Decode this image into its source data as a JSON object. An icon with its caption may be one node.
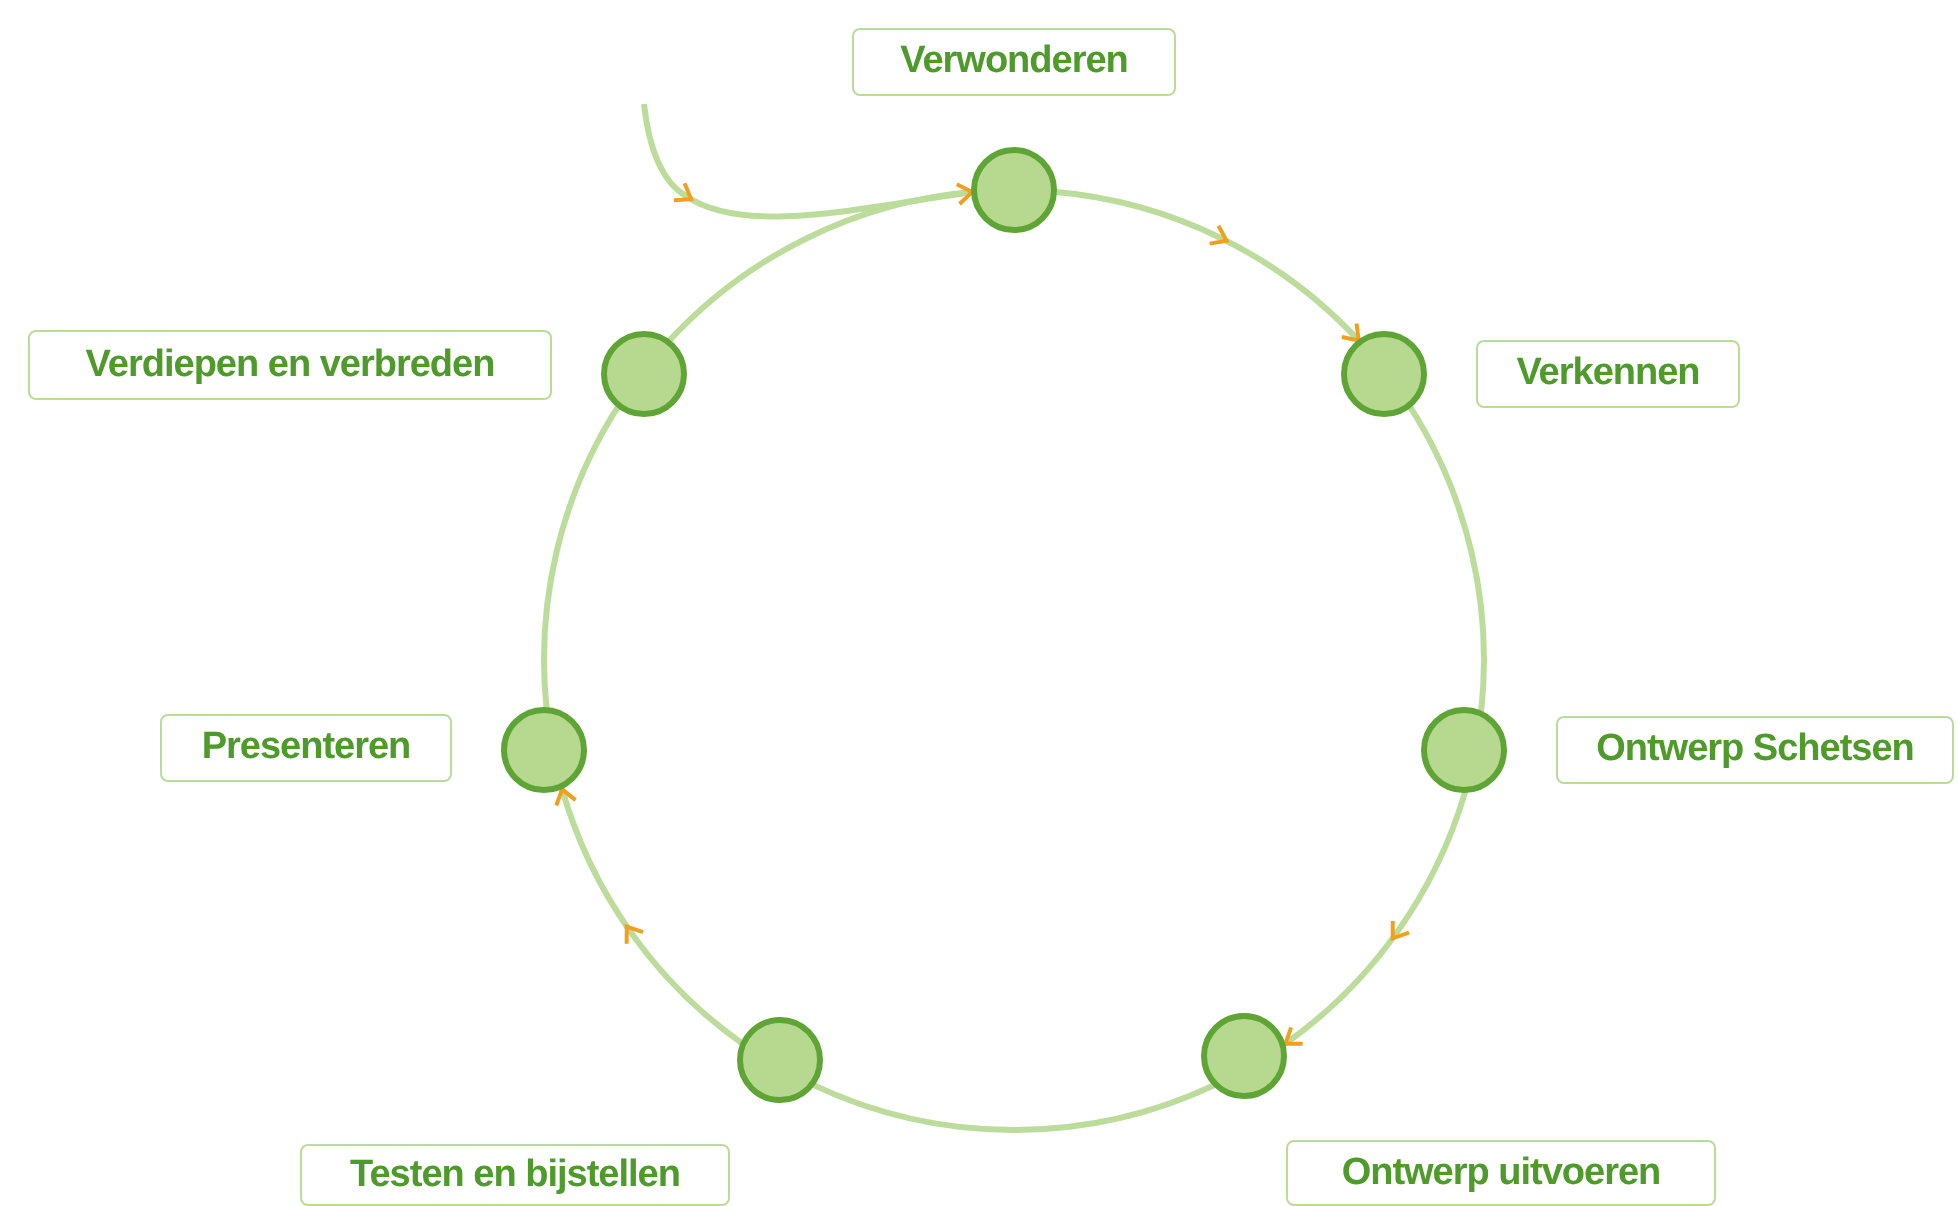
{
  "diagram": {
    "nodes": [
      {
        "text": [
          "Verwonderen"
        ]
      },
      {
        "text": [],
        "shape": "circle"
      },
      {
        "text": [
          "Verkennen"
        ]
      },
      {
        "text": [],
        "shape": "circle"
      },
      {
        "text": [
          "Ontwerp Schetsen"
        ]
      },
      {
        "text": [],
        "shape": "circle"
      },
      {
        "text": [
          "Ontwerp uitvoeren"
        ]
      },
      {
        "text": [],
        "shape": "circle"
      },
      {
        "text": [
          "Testen en bijstellen"
        ]
      },
      {
        "text": [],
        "shape": "circle"
      },
      {
        "text": [
          "Presenteren"
        ]
      },
      {
        "text": [],
        "shape": "circle"
      },
      {
        "text": [
          "Verdiepen en verbreden"
        ]
      },
      {
        "text": [],
        "shape": "circle"
      }
    ],
    "edges": [
      {
        "from": 1,
        "to": 3,
        "arrow": "to"
      },
      {
        "from": 3,
        "to": 5,
        "arrow": "none"
      },
      {
        "from": 5,
        "to": 7,
        "arrow": "to"
      },
      {
        "from": 7,
        "to": 9,
        "arrow": "none"
      },
      {
        "from": 9,
        "to": 11,
        "arrow": "to"
      },
      {
        "from": 11,
        "to": 13,
        "arrow": "none"
      },
      {
        "from": 13,
        "to": 1,
        "arrow": "none"
      },
      {
        "from": null,
        "to": 1,
        "arrow": "to"
      }
    ]
  }
}
